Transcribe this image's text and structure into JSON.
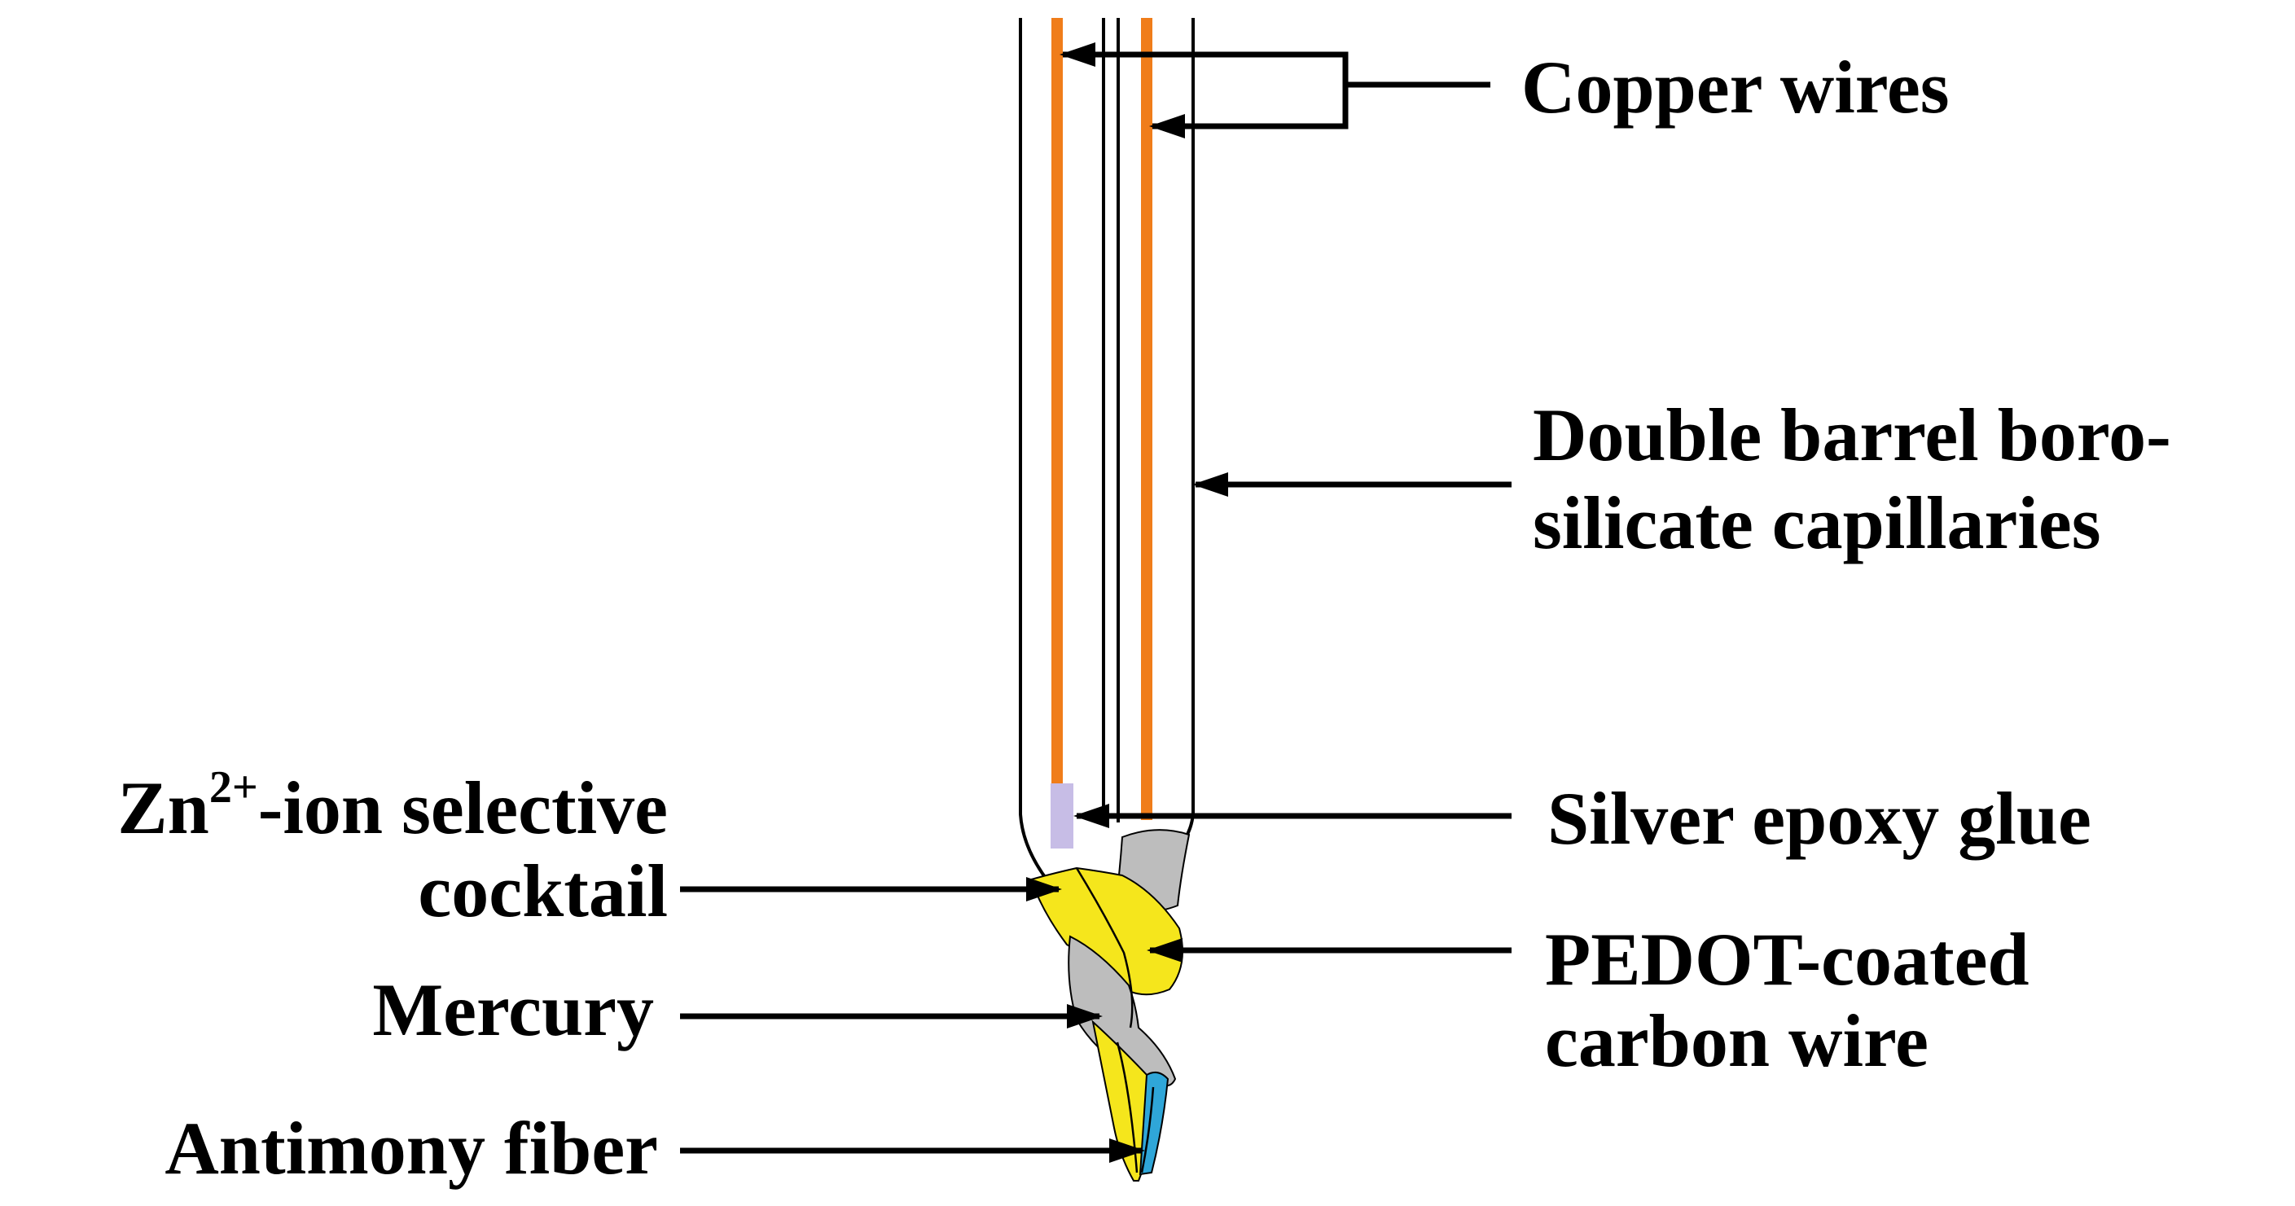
{
  "labels": {
    "copper_wires": "Copper wires",
    "capillaries_line1": "Double barrel boro-",
    "capillaries_line2": "silicate capillaries",
    "silver_epoxy": "Silver epoxy glue",
    "pedot_line1": "PEDOT-coated",
    "pedot_line2": "carbon wire",
    "zn_prefix": "Zn",
    "zn_charge": "2+",
    "zn_suffix": "-ion selective",
    "zn_line2": "cocktail",
    "mercury": "Mercury",
    "antimony": "Antimony fiber"
  },
  "colors": {
    "copper": "#f07d1a",
    "cocktail": "#f5e61c",
    "mercury": "#bdbdbd",
    "silver_epoxy": "#c7bde6",
    "antimony": "#2fa6d8",
    "line": "#000000",
    "background": "#ffffff"
  }
}
